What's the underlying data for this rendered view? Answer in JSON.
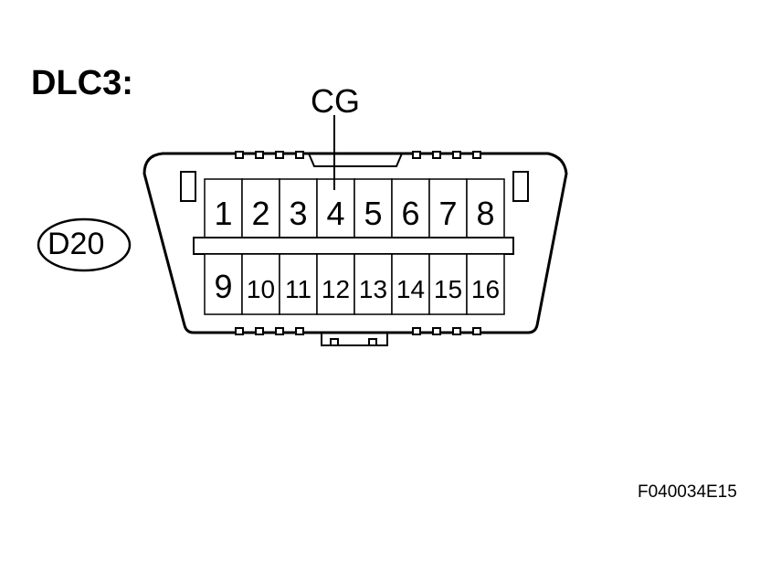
{
  "diagram": {
    "title": "DLC3:",
    "pin_callout": {
      "label": "CG",
      "pin": "4"
    },
    "connector_id": "D20",
    "figure_code": "F040034E15",
    "top_row_pins": [
      "1",
      "2",
      "3",
      "4",
      "5",
      "6",
      "7",
      "8"
    ],
    "bottom_row_pins": [
      "9",
      "10",
      "11",
      "12",
      "13",
      "14",
      "15",
      "16"
    ]
  }
}
